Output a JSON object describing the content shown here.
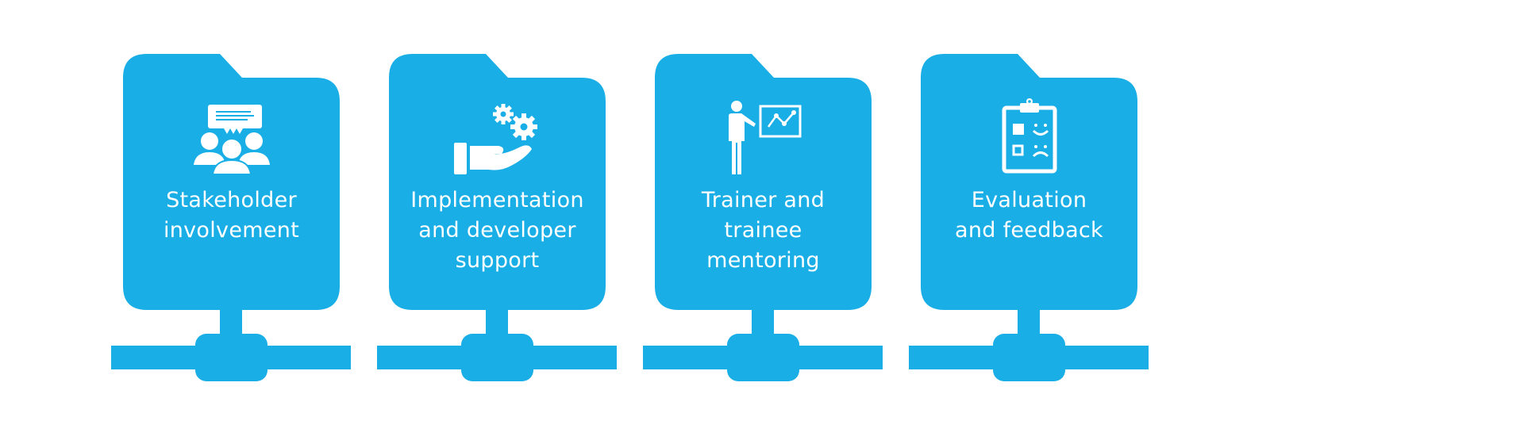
{
  "diagram": {
    "accent_color": "#1aaee7",
    "background_color": "#ffffff",
    "nodes": [
      {
        "label": "Stakeholder\ninvolvement",
        "icon": "group-discussion-icon"
      },
      {
        "label": "Implementation\nand developer\nsupport",
        "icon": "hand-gears-icon"
      },
      {
        "label": "Trainer and\ntrainee\nmentoring",
        "icon": "presenter-chart-icon"
      },
      {
        "label": "Evaluation\nand feedback",
        "icon": "clipboard-feedback-icon"
      }
    ]
  }
}
